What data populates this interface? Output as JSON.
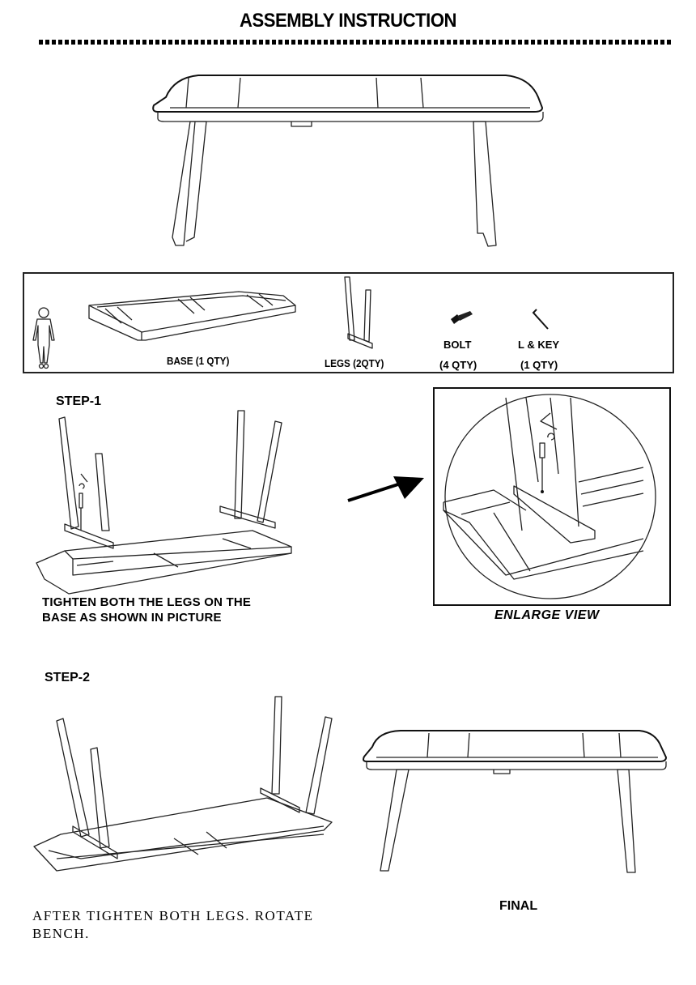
{
  "header": {
    "title": "ASSEMBLY INSTRUCTION"
  },
  "parts": {
    "items": [
      {
        "name": "person-figure",
        "label": ""
      },
      {
        "name": "base",
        "label": "BASE (1 QTY)"
      },
      {
        "name": "legs",
        "label": "LEGS (2QTY)"
      },
      {
        "name": "bolt",
        "label": "BOLT",
        "qty": "(4 QTY)"
      },
      {
        "name": "l-key",
        "label": "L & KEY",
        "qty": "(1 QTY)"
      }
    ]
  },
  "step1": {
    "heading": "STEP-1",
    "instruction_line1": "TIGHTEN BOTH THE LEGS ON THE",
    "instruction_line2": "BASE AS SHOWN IN PICTURE",
    "enlarge_caption": "ENLARGE VIEW"
  },
  "step2": {
    "heading": "STEP-2",
    "instruction_line1": "AFTER TIGHTEN BOTH LEGS. ROTATE",
    "instruction_line2": "BENCH."
  },
  "final": {
    "label": "FINAL"
  },
  "icons": {
    "arrow": "arrow-right-up-icon",
    "bolt": "bolt-icon",
    "l_key": "hex-key-icon"
  }
}
